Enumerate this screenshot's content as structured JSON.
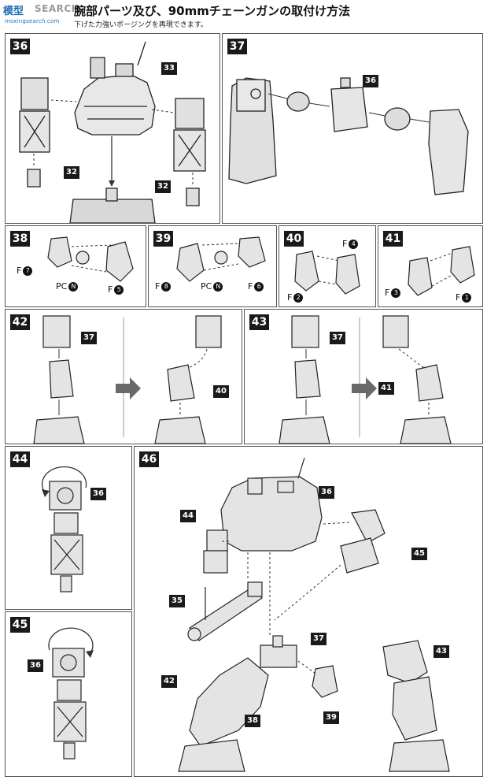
{
  "header": {
    "logo_main": "模型",
    "logo_search": "SEARCH",
    "logo_sub": "moxingsearch.com",
    "title": "腕部パーツ及び、90mmチェーンガンの取付け方法",
    "subtitle": "下げた力強いポージングを再現できます。"
  },
  "panels": {
    "p36": {
      "step": "36",
      "callouts": {
        "a": "33",
        "b": "32",
        "c": "32"
      }
    },
    "p37": {
      "step": "37",
      "callouts": {
        "a": "36"
      }
    },
    "p38": {
      "step": "38",
      "labels": {
        "f7": "F",
        "f7n": "7",
        "pc": "PC",
        "pcn": "N",
        "f5": "F",
        "f5n": "5"
      }
    },
    "p39": {
      "step": "39",
      "labels": {
        "f8": "F",
        "f8n": "8",
        "pc": "PC",
        "pcn": "N",
        "f6": "F",
        "f6n": "6"
      }
    },
    "p40": {
      "step": "40",
      "labels": {
        "f4": "F",
        "f4n": "4",
        "f2": "F",
        "f2n": "2"
      }
    },
    "p41": {
      "step": "41",
      "labels": {
        "f3": "F",
        "f3n": "3",
        "f1": "F",
        "f1n": "1"
      }
    },
    "p42": {
      "step": "42",
      "callouts": {
        "a": "37",
        "b": "40"
      }
    },
    "p43": {
      "step": "43",
      "callouts": {
        "a": "37",
        "b": "41"
      }
    },
    "p44": {
      "step": "44",
      "callouts": {
        "a": "36"
      }
    },
    "p45": {
      "step": "45",
      "callouts": {
        "a": "36"
      }
    },
    "p46": {
      "step": "46",
      "callouts": {
        "a": "36",
        "b": "44",
        "c": "45",
        "d": "35",
        "e": "37",
        "f": "43",
        "g": "42",
        "h": "38",
        "i": "39"
      }
    }
  }
}
